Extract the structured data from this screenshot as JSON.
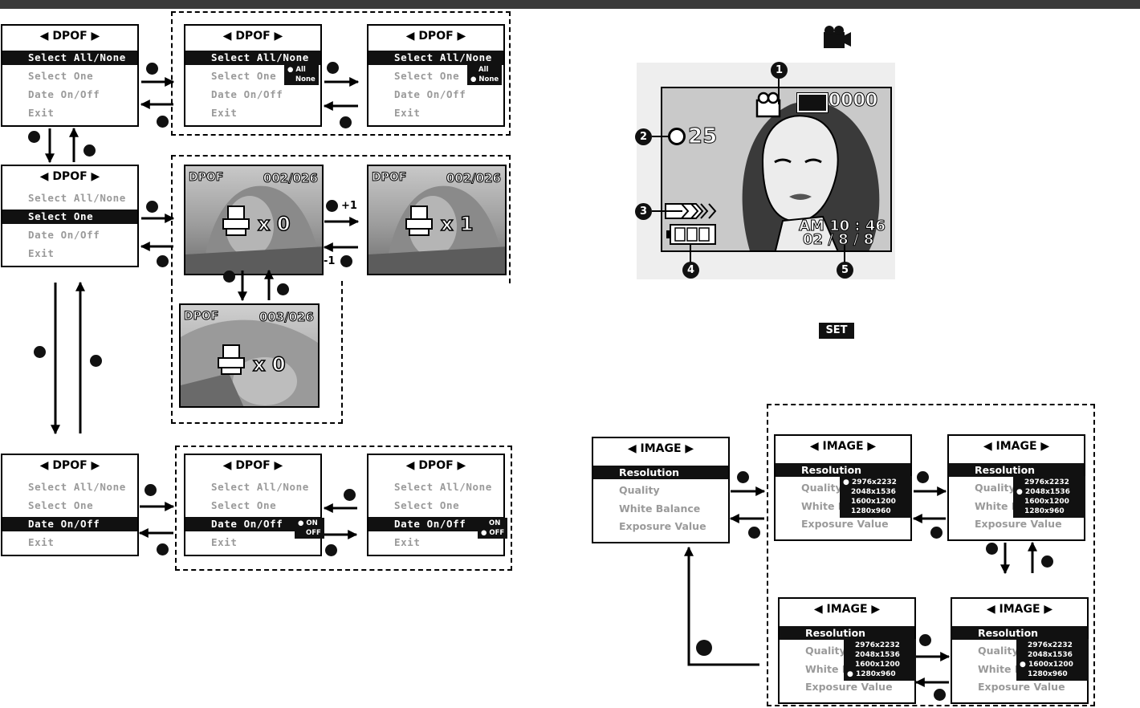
{
  "dpof_menu": {
    "title": "◀ DPOF ▶",
    "items": [
      "Select All/None",
      "Select One",
      "Date On/Off",
      "Exit"
    ]
  },
  "select_all_popup": [
    "All",
    "None"
  ],
  "date_popup": [
    "ON",
    "OFF"
  ],
  "photos": [
    {
      "tag": "DPOF",
      "counter": "002/026",
      "mult": "x 0"
    },
    {
      "tag": "DPOF",
      "counter": "002/026",
      "mult": "x 1"
    },
    {
      "tag": "DPOF",
      "counter": "003/026",
      "mult": "x 0"
    }
  ],
  "step_labels": {
    "plus": "+1",
    "minus": "-1"
  },
  "lcd": {
    "counter": "0000",
    "remaining": "25",
    "time": "AM 10 : 46",
    "date": "02 / 8 / 8",
    "callouts": [
      "1",
      "2",
      "3",
      "4",
      "5"
    ]
  },
  "set_button": "SET",
  "image_menu": {
    "title": "◀ IMAGE ▶",
    "items": [
      "Resolution",
      "Quality",
      "White Balance",
      "Exposure Value"
    ],
    "resolutions": [
      "2976x2232",
      "2048x1536",
      "1600x1200",
      "1280x960"
    ]
  }
}
